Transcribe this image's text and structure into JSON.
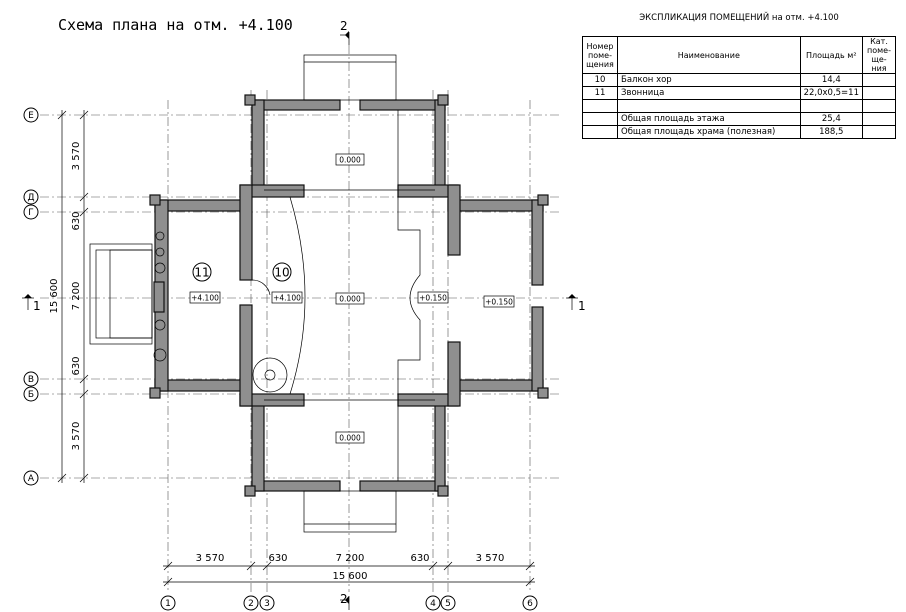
{
  "title": "Схема плана на отм. +4.100",
  "explication": {
    "title": "ЭКСПЛИКАЦИЯ ПОМЕЩЕНИЙ на отм. +4.100",
    "headers": {
      "number": "Номер поме- щения",
      "name": "Наименование",
      "area": "Площадь м²",
      "category": "Кат. поме- ще- ния"
    },
    "rows": [
      {
        "number": "10",
        "name": "Балкон хор",
        "area": "14,4",
        "category": ""
      },
      {
        "number": "11",
        "name": "Звонница",
        "area": "22,0х0,5=11",
        "category": ""
      },
      {
        "number": "",
        "name": "",
        "area": "",
        "category": ""
      },
      {
        "number": "",
        "name": "Общая площадь этажа",
        "area": "25,4",
        "category": ""
      },
      {
        "number": "",
        "name": "Общая площадь храма (полезная)",
        "area": "188,5",
        "category": ""
      }
    ]
  },
  "axes_rows": [
    "Е",
    "Д",
    "Г",
    "В",
    "Б",
    "А"
  ],
  "axes_cols": [
    "1",
    "2",
    "3",
    "4",
    "5",
    "6"
  ],
  "dims_left": [
    "3 570",
    "630",
    "7 200",
    "630",
    "3 570",
    "15 600"
  ],
  "dims_bottom": [
    "3 570",
    "630",
    "7 200",
    "630",
    "3 570",
    "15 600"
  ],
  "section_marks": {
    "h": "2",
    "v": "1"
  },
  "levels": {
    "top": "0.000",
    "center": "0.000",
    "bottom": "0.000",
    "room11": "+4.100",
    "room10": "+4.100",
    "east1": "+0.150",
    "east2": "+0.150"
  },
  "room_numbers": {
    "r11": "11",
    "r10": "10"
  }
}
